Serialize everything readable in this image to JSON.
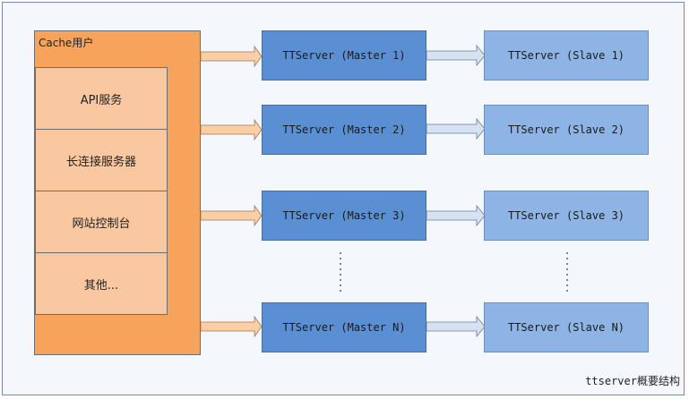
{
  "diagram": {
    "cache_user": {
      "title": "Cache用户",
      "items": [
        "API服务",
        "长连接服务器",
        "网站控制台",
        "其他..."
      ]
    },
    "masters": [
      "TTServer (Master 1)",
      "TTServer (Master 2)",
      "TTServer (Master 3)",
      "TTServer (Master N)"
    ],
    "slaves": [
      "TTServer (Slave 1)",
      "TTServer (Slave 2)",
      "TTServer (Slave 3)",
      "TTServer (Slave N)"
    ],
    "ellipsis": "⋮",
    "caption": "ttserver概要结构"
  },
  "colors": {
    "cache_panel": "#f7a35c",
    "cache_item": "#f9c8a0",
    "master": "#5b8fd4",
    "slave": "#8eb3e5",
    "arrow_orange": "#fbcfa6",
    "arrow_blue": "#d6e2f0"
  }
}
